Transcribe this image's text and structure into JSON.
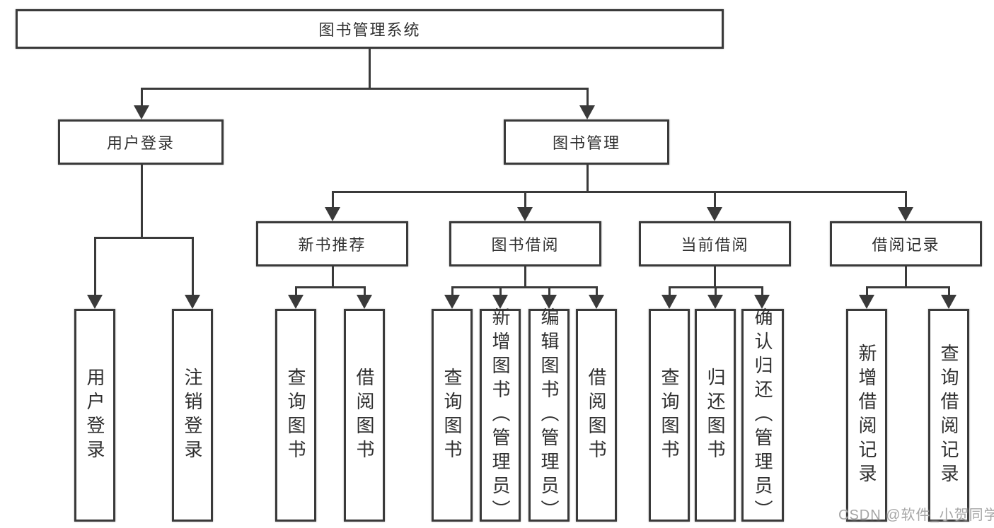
{
  "title": "图书管理系统",
  "level2": [
    "用户登录",
    "图书管理"
  ],
  "level3": [
    "新书推荐",
    "图书借阅",
    "当前借阅",
    "借阅记录"
  ],
  "leaves": [
    "用户登录",
    "注销登录",
    "查询图书",
    "借阅图书",
    "查询图书",
    "新增图书（管理员）",
    "编辑图书（管理员）",
    "借阅图书",
    "查询图书",
    "归还图书",
    "确认归还（管理员）",
    "新增借阅记录",
    "查询借阅记录"
  ],
  "watermark": "CSDN @软件_小贺同学",
  "colors": {
    "line": "#3a3a3a",
    "box_border": "#3a3a3a",
    "text": "#2f2f2f",
    "watermark": "#a6a6a6",
    "background": "#ffffff"
  }
}
